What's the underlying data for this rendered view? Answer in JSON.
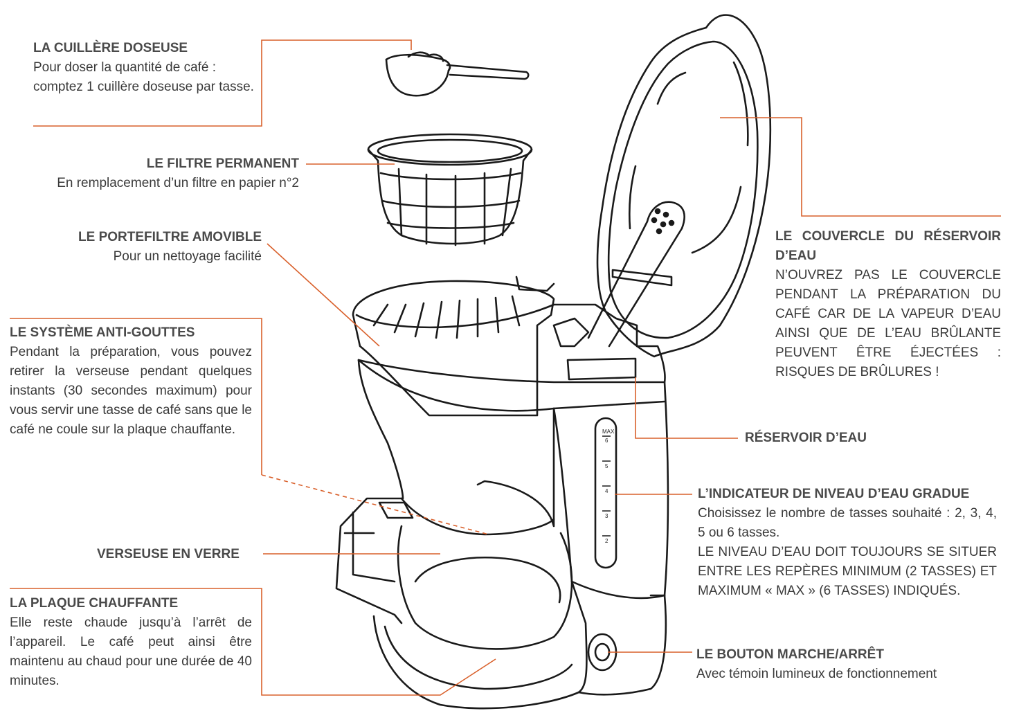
{
  "accent_color": "#d9602b",
  "callouts": {
    "scoop": {
      "title": "LA CUILLÈRE DOSEUSE",
      "text": "Pour doser la quantité de café : comptez 1 cuillère doseuse par tasse."
    },
    "filter": {
      "title": "LE FILTRE PERMANENT",
      "text": "En remplacement d’un filtre en papier n°2"
    },
    "holder": {
      "title": "LE PORTEFILTRE AMOVIBLE",
      "text": "Pour un nettoyage facilité"
    },
    "antidrip": {
      "title": "LE SYSTÈME ANTI-GOUTTES",
      "text": "Pendant la préparation, vous pouvez retirer la verseuse pendant quelques instants (30 secondes maximum) pour vous servir une tasse de café sans que le café ne coule sur la plaque chauffante."
    },
    "carafe": {
      "title": "VERSEUSE EN VERRE"
    },
    "plate": {
      "title": "LA PLAQUE CHAUFFANTE",
      "text": "Elle reste chaude jusqu’à l’arrêt de l’appareil. Le café peut ainsi être maintenu au chaud pour une durée de 40 minutes."
    },
    "lid": {
      "title": "LE COUVERCLE DU RÉSERVOIR D’EAU",
      "warning": "N’OUVREZ PAS LE COUVERCLE PENDANT LA PRÉPARATION DU CAFÉ CAR DE LA VAPEUR D’EAU AINSI QUE DE L’EAU BRÛLANTE PEUVENT ÊTRE ÉJECTÉES : RISQUES DE BRÛLURES !"
    },
    "tank": {
      "title": "RÉSERVOIR D’EAU"
    },
    "gauge": {
      "title": "L’INDICATEUR DE NIVEAU D’EAU GRADUE",
      "text": "Choisissez le nombre de tasses souhaité : 2, 3, 4, 5 ou 6 tasses.",
      "warning": "LE NIVEAU D’EAU DOIT TOUJOURS SE SITUER ENTRE LES REPÈRES MINIMUM (2 TASSES) ET MAXIMUM « MAX » (6 TASSES) INDIQUÉS."
    },
    "switch": {
      "title": "LE BOUTON MARCHE/ARRÊT",
      "text": "Avec témoin lumineux de fonctionnement"
    }
  },
  "gauge_marks": [
    "MAX",
    "6",
    "5",
    "4",
    "3",
    "2"
  ]
}
